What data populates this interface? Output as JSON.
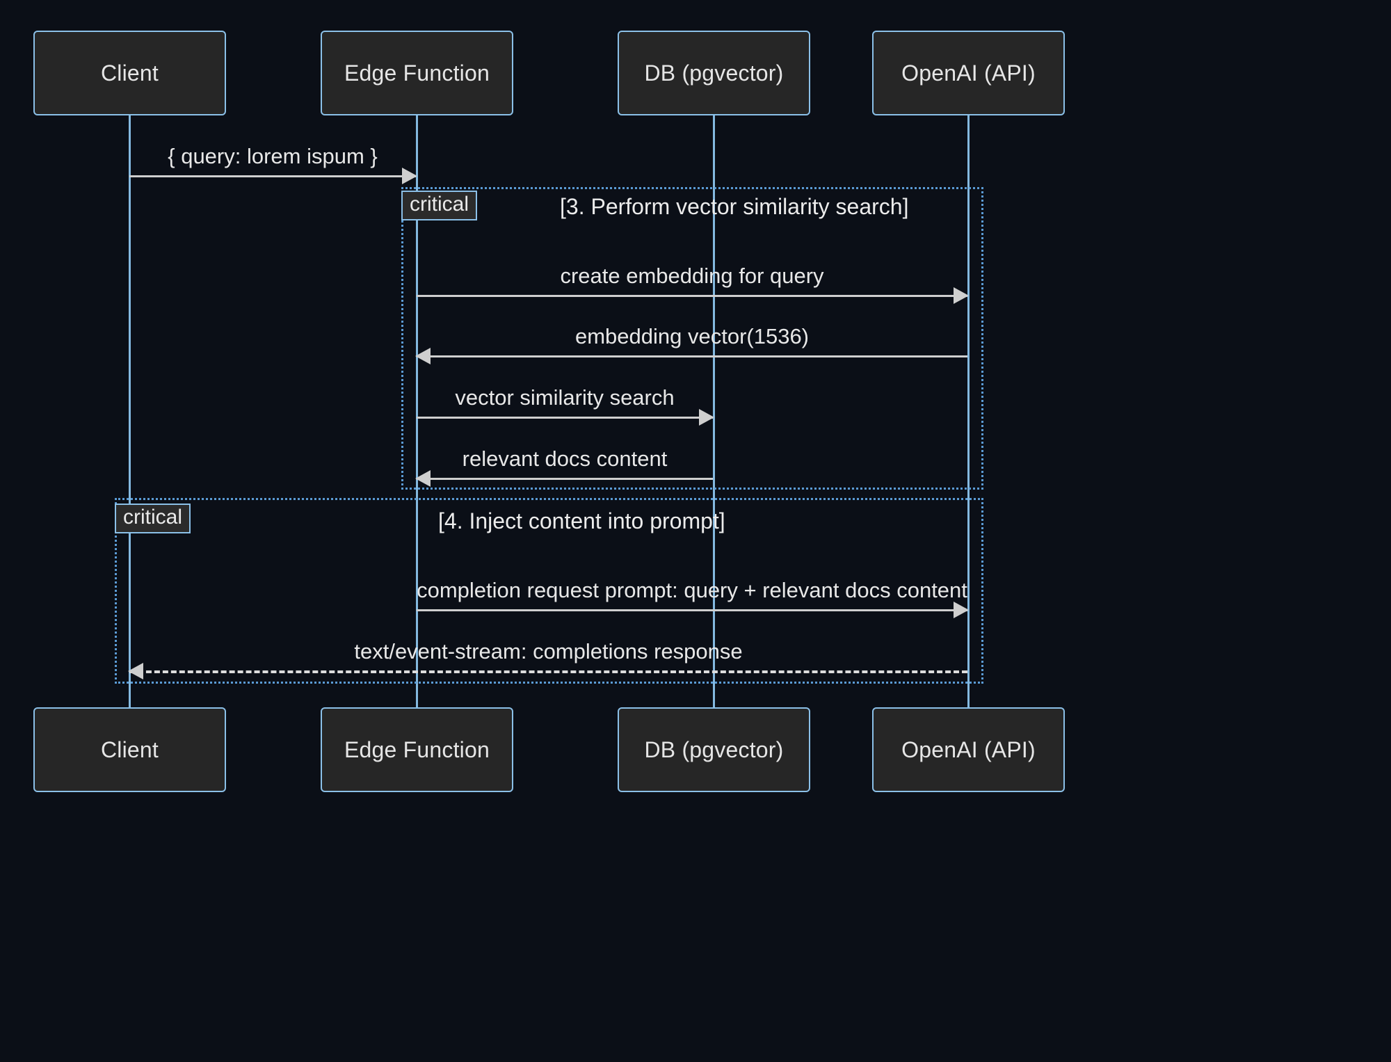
{
  "diagram": {
    "type": "sequence-diagram",
    "background_color": "#0b0f17",
    "box_fill_color": "#262626",
    "box_border_color": "#8bc0e8",
    "lifeline_color": "#84b9e0",
    "message_color": "#cfcfcf",
    "fragment_border_color": "#5b9bd5",
    "participants": [
      {
        "id": "client",
        "label": "Client"
      },
      {
        "id": "edge",
        "label": "Edge Function"
      },
      {
        "id": "db",
        "label": "DB (pgvector)"
      },
      {
        "id": "openai",
        "label": "OpenAI (API)"
      }
    ],
    "messages": [
      {
        "id": "m1",
        "label": "{ query: lorem ispum }",
        "from": "client",
        "to": "edge",
        "direction": "right",
        "style": "solid"
      },
      {
        "id": "m2",
        "label": "create embedding for query",
        "from": "edge",
        "to": "openai",
        "direction": "right",
        "style": "solid"
      },
      {
        "id": "m3",
        "label": "embedding vector(1536)",
        "from": "openai",
        "to": "edge",
        "direction": "left",
        "style": "solid"
      },
      {
        "id": "m4",
        "label": "vector similarity search",
        "from": "edge",
        "to": "db",
        "direction": "right",
        "style": "solid"
      },
      {
        "id": "m5",
        "label": "relevant docs content",
        "from": "db",
        "to": "edge",
        "direction": "left",
        "style": "solid"
      },
      {
        "id": "m6",
        "label": "completion request prompt: query + relevant docs content",
        "from": "edge",
        "to": "openai",
        "direction": "right",
        "style": "solid"
      },
      {
        "id": "m7",
        "label": "text/event-stream: completions response",
        "from": "openai",
        "to": "client",
        "direction": "left",
        "style": "dashed"
      }
    ],
    "fragments": [
      {
        "id": "frag1",
        "keyword": "critical",
        "title": "[3. Perform vector similarity search]"
      },
      {
        "id": "frag2",
        "keyword": "critical",
        "title": "[4. Inject content into prompt]"
      }
    ]
  }
}
